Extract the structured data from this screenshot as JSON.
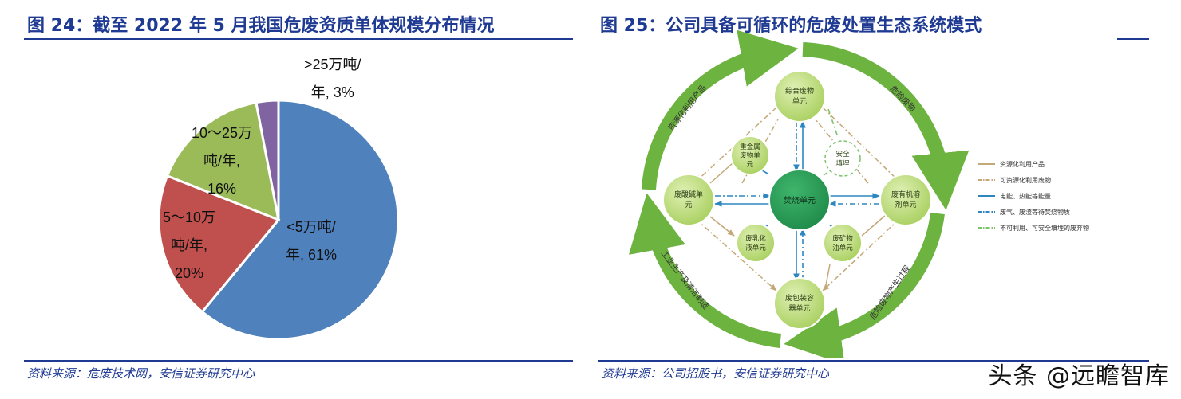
{
  "left": {
    "title": "图 24：截至 2022 年 5 月我国危废资质单体规模分布情况",
    "source": "资料来源：危废技术网，安信证券研究中心",
    "chart_data": {
      "type": "pie",
      "title": "",
      "slices": [
        {
          "label": "<5万吨/年",
          "value": 61,
          "color": "#4f81bd"
        },
        {
          "label": "5～10万吨/年",
          "value": 20,
          "color": "#c0504d"
        },
        {
          "label": "10～25万吨/年",
          "value": 16,
          "color": "#9bbb59"
        },
        {
          "label": ">25万吨/年",
          "value": 3,
          "color": "#8064a2"
        }
      ],
      "labels": {
        "s1": [
          "<5万吨/",
          "年, 61%"
        ],
        "s2": [
          "5～10万",
          "吨/年,",
          "20%"
        ],
        "s3": [
          "10～25万",
          "吨/年,",
          "16%"
        ],
        "s4": [
          ">25万吨/",
          "年, 3%"
        ]
      }
    }
  },
  "right": {
    "title": "图 25：公司具备可循环的危废处置生态系统模式",
    "source": "资料来源：公司招股书，安信证券研究中心",
    "diagram": {
      "center": "焚烧单元",
      "nodes": {
        "top": [
          "综合废物",
          "单元"
        ],
        "left": [
          "废酸碱单",
          "元"
        ],
        "right": [
          "废有机溶",
          "剂单元"
        ],
        "bottom": [
          "废包装容",
          "器单元"
        ],
        "upper_left": [
          "重金属",
          "废物单",
          "元"
        ],
        "lower_left": [
          "废乳化",
          "液单元"
        ],
        "lower_right": [
          "废矿物",
          "油单元"
        ],
        "safe": [
          "安全",
          "填埋"
        ]
      },
      "arcs": {
        "top_left": "资源化利用产品",
        "top_right": "危险废物",
        "bottom_left": "工业生产及清洁制造",
        "bottom_right": "危险废物产生过程"
      },
      "legend": [
        {
          "label": "资源化利用产品",
          "color": "#c4a878",
          "style": "solid"
        },
        {
          "label": "可资源化利用废物",
          "color": "#c4a878",
          "style": "dashdot"
        },
        {
          "label": "电能、热能等能量",
          "color": "#2e86c1",
          "style": "solid"
        },
        {
          "label": "废气、废渣等待焚烧物质",
          "color": "#2e86c1",
          "style": "dashdot"
        },
        {
          "label": "不可利用、可安全填埋的废弃物",
          "color": "#7dc36b",
          "style": "dashdot"
        }
      ]
    }
  },
  "watermark": "头条 @远瞻智库"
}
